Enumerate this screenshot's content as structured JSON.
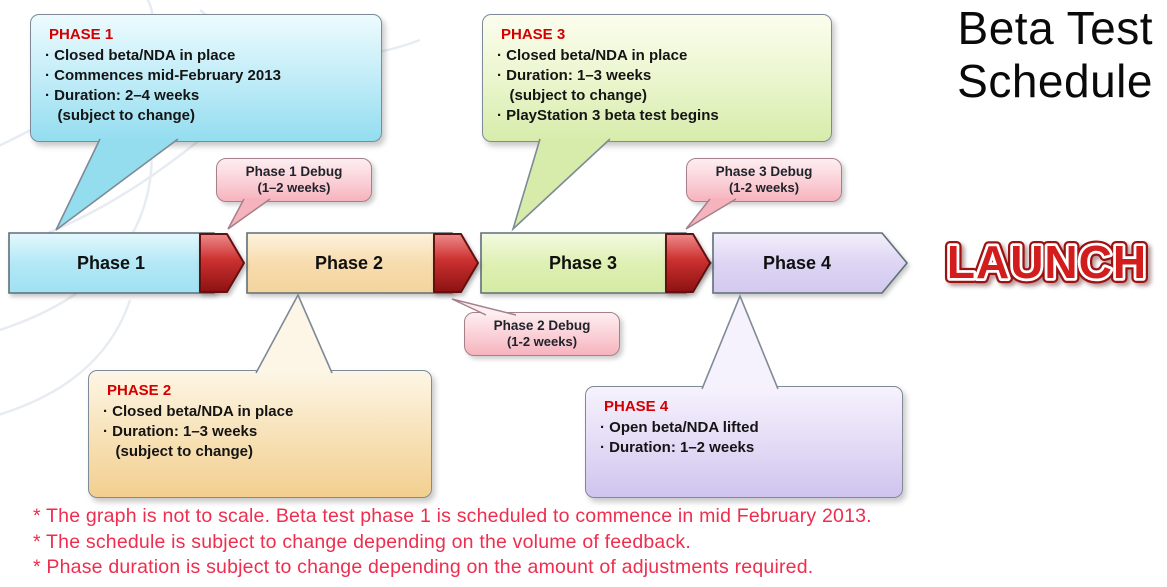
{
  "title": "Beta Test\nSchedule",
  "timeline": {
    "phases": [
      {
        "label": "Phase 1"
      },
      {
        "label": "Phase 2"
      },
      {
        "label": "Phase 3"
      },
      {
        "label": "Phase 4"
      }
    ],
    "launch_label": "LAUNCH"
  },
  "callouts": {
    "phase1": {
      "heading": "PHASE 1",
      "lines": [
        "· Closed beta/NDA in place",
        "· Commences mid-February 2013",
        "· Duration: 2–4 weeks",
        "   (subject to change)"
      ]
    },
    "phase2": {
      "heading": "PHASE 2",
      "lines": [
        "· Closed beta/NDA in place",
        "· Duration: 1–3 weeks",
        "   (subject to change)"
      ]
    },
    "phase3": {
      "heading": "PHASE 3",
      "lines": [
        "· Closed beta/NDA in place",
        "· Duration: 1–3 weeks",
        "   (subject to change)",
        "· PlayStation 3 beta test begins"
      ]
    },
    "phase4": {
      "heading": "PHASE 4",
      "lines": [
        "· Open beta/NDA lifted",
        "· Duration: 1–2 weeks"
      ]
    }
  },
  "debug_callouts": [
    {
      "title": "Phase 1 Debug",
      "subtitle": "(1–2 weeks)"
    },
    {
      "title": "Phase 2 Debug",
      "subtitle": "(1-2 weeks)"
    },
    {
      "title": "Phase 3 Debug",
      "subtitle": "(1-2 weeks)"
    }
  ],
  "footnotes": [
    "* The graph is not to scale. Beta test phase 1 is scheduled to commence in mid February 2013.",
    "* The schedule is subject to change depending on the volume of feedback.",
    "* Phase duration is subject to change depending on the amount of adjustments required."
  ],
  "colors": {
    "phase1_fill": "#b4e8f6",
    "phase2_fill": "#f7dcae",
    "phase3_fill": "#dff0b4",
    "phase4_fill": "#ddd5f3",
    "connector_fill": "#cc3030",
    "heading_red": "#d40000",
    "footnote_red": "#ef2d4e",
    "launch_red": "#d31d1d"
  }
}
